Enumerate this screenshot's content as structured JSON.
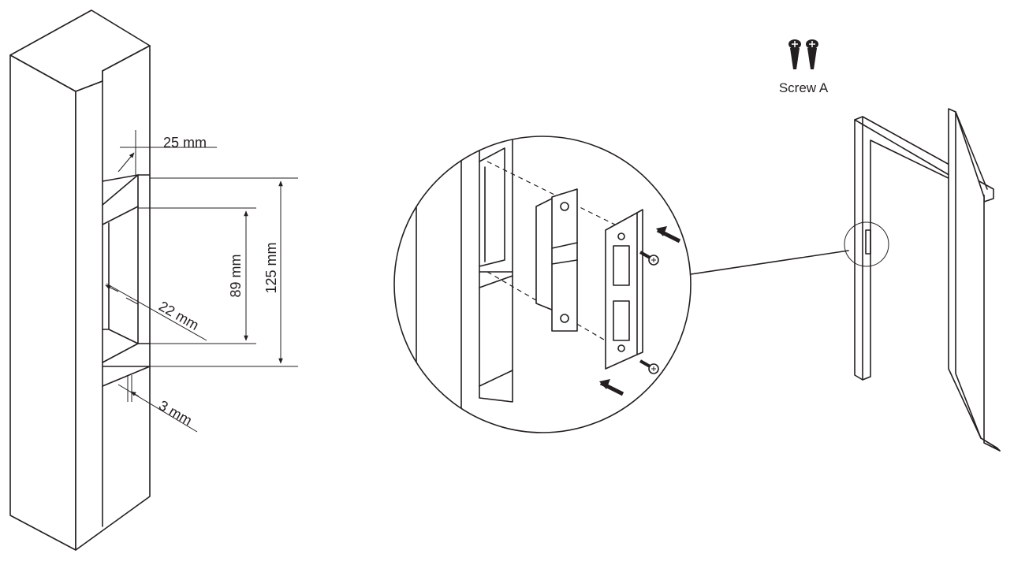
{
  "dimensions": {
    "depth_label": "25 mm",
    "inner_height_label": "89 mm",
    "outer_height_label": "125 mm",
    "width_label": "22 mm",
    "recess_label": "3 mm"
  },
  "parts": {
    "screw_label": "Screw A"
  }
}
